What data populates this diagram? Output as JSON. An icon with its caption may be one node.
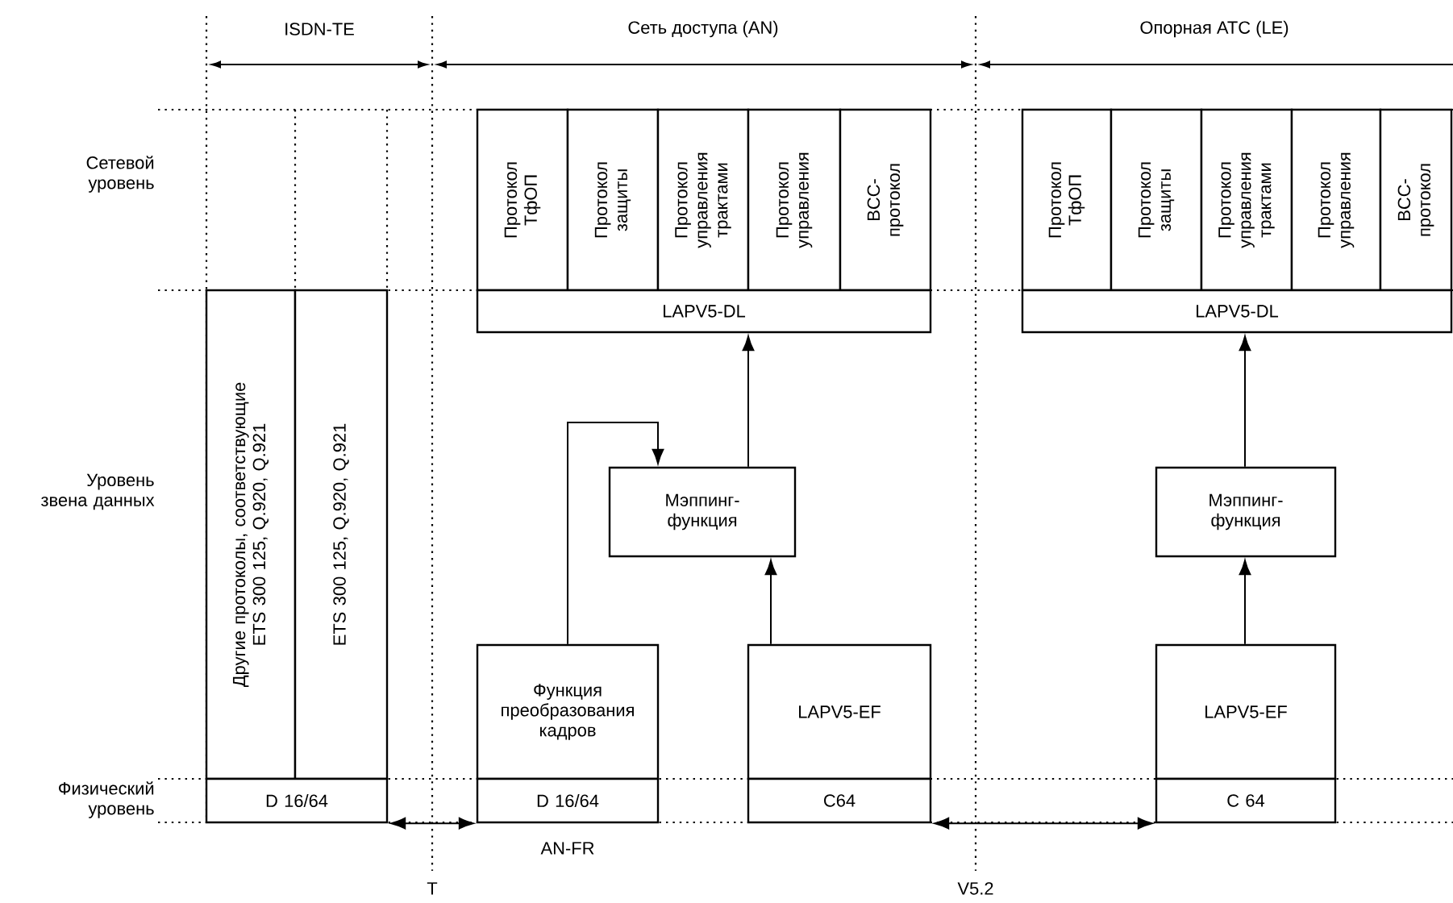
{
  "diagram": {
    "nodes": [
      {
        "text": [
          "Протокол ТфОП"
        ]
      },
      {
        "text": [
          "Протокол защиты"
        ]
      },
      {
        "text": [
          "Протокол управления трактами"
        ]
      },
      {
        "text": [
          "Протокол управления"
        ]
      },
      {
        "text": [
          "BCC-протокол"
        ]
      },
      {
        "text": [
          "LAPV5-DL"
        ]
      },
      {
        "text": [
          "Протокол ТфОП"
        ]
      },
      {
        "text": [
          "Протокол защиты"
        ]
      },
      {
        "text": [
          "Протокол управления трактами"
        ]
      },
      {
        "text": [
          "Протокол управления"
        ]
      },
      {
        "text": [
          "BCC-протокол"
        ]
      },
      {
        "text": [
          "LAPV5-DL"
        ]
      },
      {
        "text": [
          "Другие протоколы, соответствующие ETS 300 125, Q.920, Q.921"
        ]
      },
      {
        "text": [
          "ETS 300 125, Q.920, Q.921"
        ]
      },
      {
        "text": [
          "Мэппинг-функция"
        ]
      },
      {
        "text": [
          "Мэппинг-функция"
        ]
      },
      {
        "text": [
          "Функция преобразования кадров"
        ]
      },
      {
        "text": [
          "LAPV5-EF"
        ]
      },
      {
        "text": [
          "LAPV5-EF"
        ]
      },
      {
        "text": [
          "D 16/64"
        ]
      },
      {
        "text": [
          "D 16/64"
        ]
      },
      {
        "text": [
          "C64"
        ]
      },
      {
        "text": [
          "C 64"
        ]
      }
    ],
    "edges": [
      {
        "from": 16,
        "to": 14,
        "arrow": "to"
      },
      {
        "from": 14,
        "to": 5,
        "arrow": "to"
      },
      {
        "from": 17,
        "to": 14,
        "arrow": "to"
      },
      {
        "from": 18,
        "to": 15,
        "arrow": "to"
      },
      {
        "from": 15,
        "to": 11,
        "arrow": "to"
      },
      {
        "from": 19,
        "to": 20,
        "arrow": "both"
      },
      {
        "from": 21,
        "to": 22,
        "arrow": "both"
      }
    ],
    "labels": [
      "ISDN-TE",
      "Сеть доступа (AN)",
      "Опорная АТС (LE)",
      "Сетевой уровень",
      "Уровень звена данных",
      "Физический уровень",
      "AN-FR",
      "T",
      "V5.2"
    ]
  }
}
